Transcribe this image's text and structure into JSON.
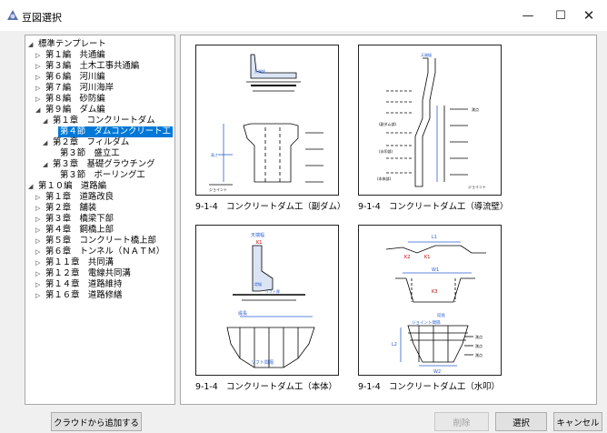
{
  "window": {
    "title": "豆図選択",
    "minimize": "—",
    "maximize": "☐",
    "close": "✕"
  },
  "tree": [
    {
      "label": "標準テンプレート",
      "toggle": "◢"
    },
    {
      "label": "第１編　共通編",
      "toggle": "▷"
    },
    {
      "label": "第３編　土木工事共通編",
      "toggle": "▷"
    },
    {
      "label": "第６編　河川編",
      "toggle": "▷"
    },
    {
      "label": "第７編　河川海岸",
      "toggle": "▷"
    },
    {
      "label": "第８編　砂防編",
      "toggle": "▷"
    },
    {
      "label": "第９編　ダム編",
      "toggle": "◢"
    },
    {
      "label": "第１章　コンクリートダム",
      "toggle": "◢"
    },
    {
      "label": "第４節　ダムコンクリート工",
      "toggle": "",
      "selected": true
    },
    {
      "label": "第２章　フィルダム",
      "toggle": "◢"
    },
    {
      "label": "第３節　盛立工",
      "toggle": ""
    },
    {
      "label": "第３章　基礎グラウチング",
      "toggle": "◢"
    },
    {
      "label": "第３節　ボーリング工",
      "toggle": ""
    },
    {
      "label": "第１０編　道路編",
      "toggle": "◢"
    },
    {
      "label": "第１章　道路改良",
      "toggle": "▷"
    },
    {
      "label": "第２章　舗装",
      "toggle": "▷"
    },
    {
      "label": "第３章　橋梁下部",
      "toggle": "▷"
    },
    {
      "label": "第４章　鋼橋上部",
      "toggle": "▷"
    },
    {
      "label": "第５章　コンクリート橋上部",
      "toggle": "▷"
    },
    {
      "label": "第６章　トンネル（ＮＡＴＭ）",
      "toggle": "▷"
    },
    {
      "label": "第１１章　共同溝",
      "toggle": "▷"
    },
    {
      "label": "第１２章　電線共同溝",
      "toggle": "▷"
    },
    {
      "label": "第１４章　道路維持",
      "toggle": "▷"
    },
    {
      "label": "第１６章　道路修繕",
      "toggle": "▷"
    }
  ],
  "thumbnails": [
    {
      "caption": "9-1-4　コンクリートダム工（副ダム）",
      "labels": {
        "top": "天端幅",
        "left": "高さ",
        "bottom": "ジョイント"
      }
    },
    {
      "caption": "9-1-4　コンクリートダム工（導流壁）",
      "labels": {
        "top": "天端幅",
        "a": "(副ダム部)",
        "b": "(水叩部)",
        "c": "(本体部)",
        "d": "測点",
        "e": "ジョイント"
      }
    },
    {
      "caption": "9-1-4　コンクリートダム工（本体）",
      "labels": {
        "top": "天端幅",
        "k1": "K1",
        "mid": "堤幅",
        "lift": "リフト厚",
        "len": "堤長",
        "bottom": "リフト間隔"
      }
    },
    {
      "caption": "9-1-4　コンクリートダム工（水叩）",
      "labels": {
        "l1": "L1",
        "k1": "K1",
        "k2": "K2",
        "w1": "W1",
        "k3": "K3",
        "joint": "ジョイント間隔",
        "l2": "L2",
        "w2": "W2",
        "len": "延長",
        "pt1": "測点",
        "pt2": "測点",
        "pt3": "測点"
      }
    }
  ],
  "buttons": {
    "cloud": "クラウドから追加する",
    "delete": "削除",
    "select": "選択",
    "cancel": "キャンセル"
  }
}
